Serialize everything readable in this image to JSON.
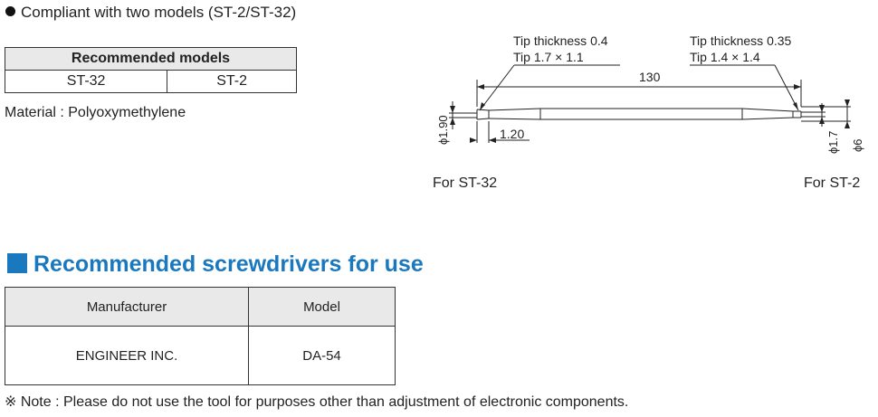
{
  "compat_line": "Compliant with two models (ST-2/ST-32)",
  "models_table": {
    "header": "Recommended models",
    "cells": [
      "ST-32",
      "ST-2"
    ]
  },
  "material": "Material : Polyoxymethylene",
  "diagram": {
    "left_tip_1": "Tip thickness 0.4",
    "left_tip_2": "Tip 1.7 × 1.1",
    "right_tip_1": "Tip thickness 0.35",
    "right_tip_2": "Tip 1.4 × 1.4",
    "length": "130",
    "dia_left": "ϕ1.90",
    "tip_len": "1.20",
    "dia_right_1": "ϕ1.7",
    "dia_right_2": "ϕ6",
    "label_left": "For ST-32",
    "label_right": "For ST-2"
  },
  "section_title": "Recommended screwdrivers for use",
  "screwdriver_table": {
    "headers": [
      "Manufacturer",
      "Model"
    ],
    "rows": [
      [
        "ENGINEER INC.",
        "DA-54"
      ]
    ]
  },
  "note": "※ Note : Please do not use the tool for purposes other than adjustment of electronic components.",
  "colors": {
    "accent": "#1a78be",
    "header_bg": "#e9e9e9"
  }
}
